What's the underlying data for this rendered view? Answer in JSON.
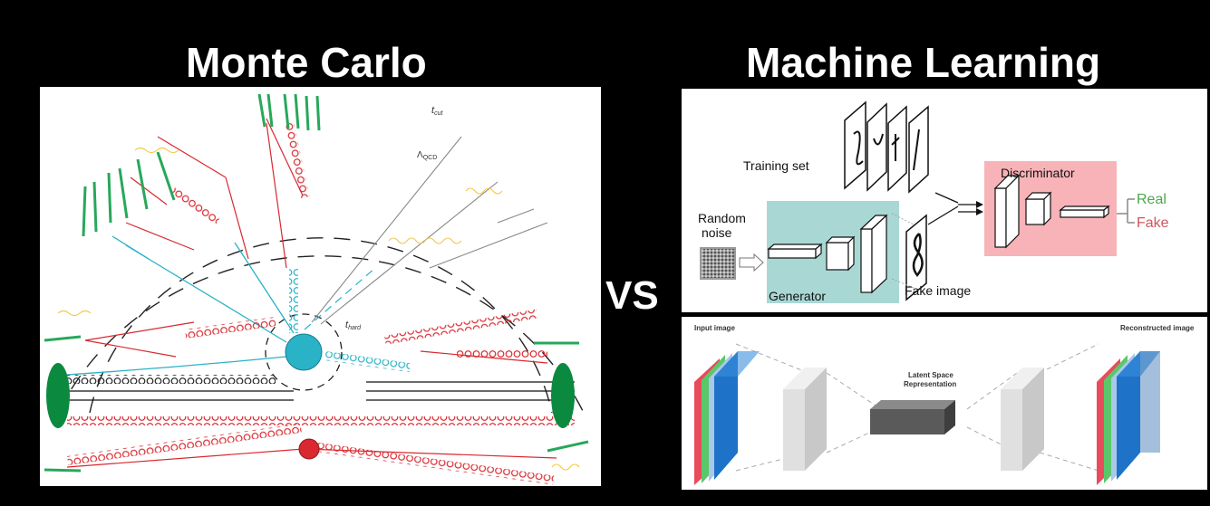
{
  "headings": {
    "left": "Monte Carlo",
    "right": "Machine Learning",
    "vs": "VS"
  },
  "monte_carlo": {
    "t_cut": "t",
    "t_cut_sub": "cut",
    "lambda": "Λ",
    "lambda_sub": "QCD",
    "t_hard": "t",
    "t_hard_sub": "hard"
  },
  "gan": {
    "training_set": "Training set",
    "random_noise": [
      "Random",
      "noise"
    ],
    "generator": "Generator",
    "fake_image": "Fake image",
    "discriminator": "Discriminator",
    "real": "Real",
    "fake": "Fake"
  },
  "autoencoder": {
    "input_image": "Input image",
    "reconstructed_image": "Reconstructed image",
    "latent_space": [
      "Latent Space",
      "Representation"
    ]
  },
  "colors": {
    "gluon_red": "#d9282f",
    "quark_cyan": "#2ab2c6",
    "proton_green": "#0b8a3f",
    "hadron_green": "#27a85a",
    "generator_teal": "#a9d8d4",
    "discriminator_pink": "#f7b3b8",
    "real_green": "#4aa84a",
    "fake_red": "#d0565a",
    "ae_blue": "#1e72c8"
  }
}
